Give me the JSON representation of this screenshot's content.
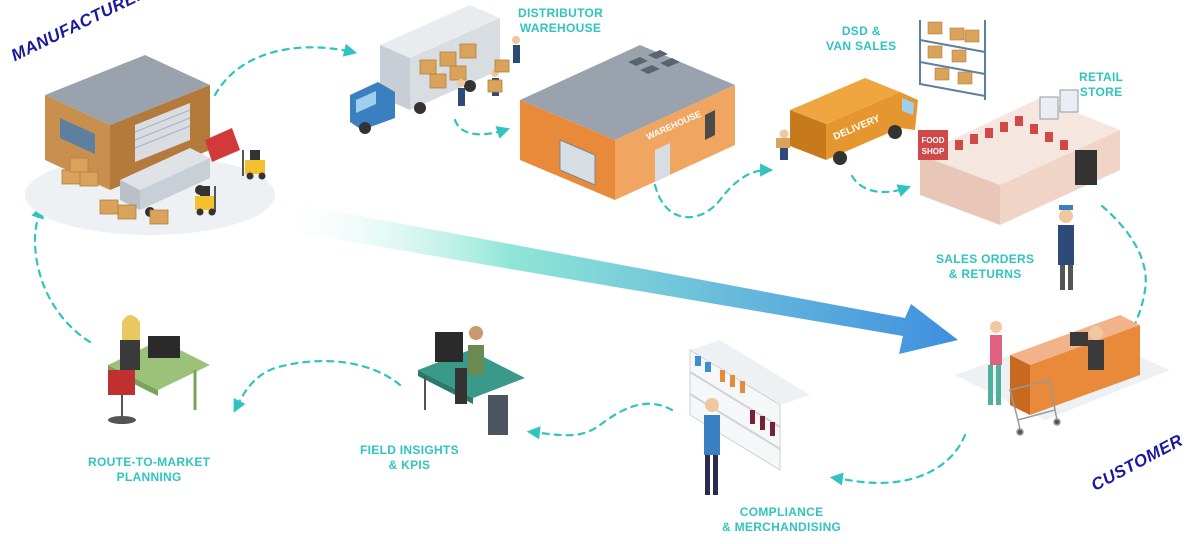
{
  "nodes": {
    "manufacturer": "MANUFACTURER",
    "customer": "CUSTOMER"
  },
  "labels": {
    "distributor_warehouse": [
      "DISTRIBUTOR",
      "WAREHOUSE"
    ],
    "dsd_van_sales": [
      "DSD &",
      "VAN SALES"
    ],
    "retail_store": [
      "RETAIL",
      "STORE"
    ],
    "sales_orders_returns": [
      "SALES ORDERS",
      "& RETURNS"
    ],
    "compliance_merchandising": [
      "COMPLIANCE",
      "& MERCHANDISING"
    ],
    "field_insights_kpis": [
      "FIELD INSIGHTS",
      "& KPIS"
    ],
    "route_to_market_planning": [
      "ROUTE-TO-MARKET",
      "PLANNING"
    ]
  },
  "signage": {
    "warehouse": "WAREHOUSE",
    "delivery": "DELIVERY",
    "food_shop": [
      "FOOD",
      "SHOP"
    ]
  },
  "colors": {
    "label_teal": "#2fc4c0",
    "node_blue": "#1a1aa0",
    "arrow_start": "#8fe6d6",
    "arrow_end": "#3f8ee0",
    "warehouse_orange": "#e88a3a",
    "delivery_orange": "#e6962e",
    "truck_blue": "#3a7fc0"
  }
}
